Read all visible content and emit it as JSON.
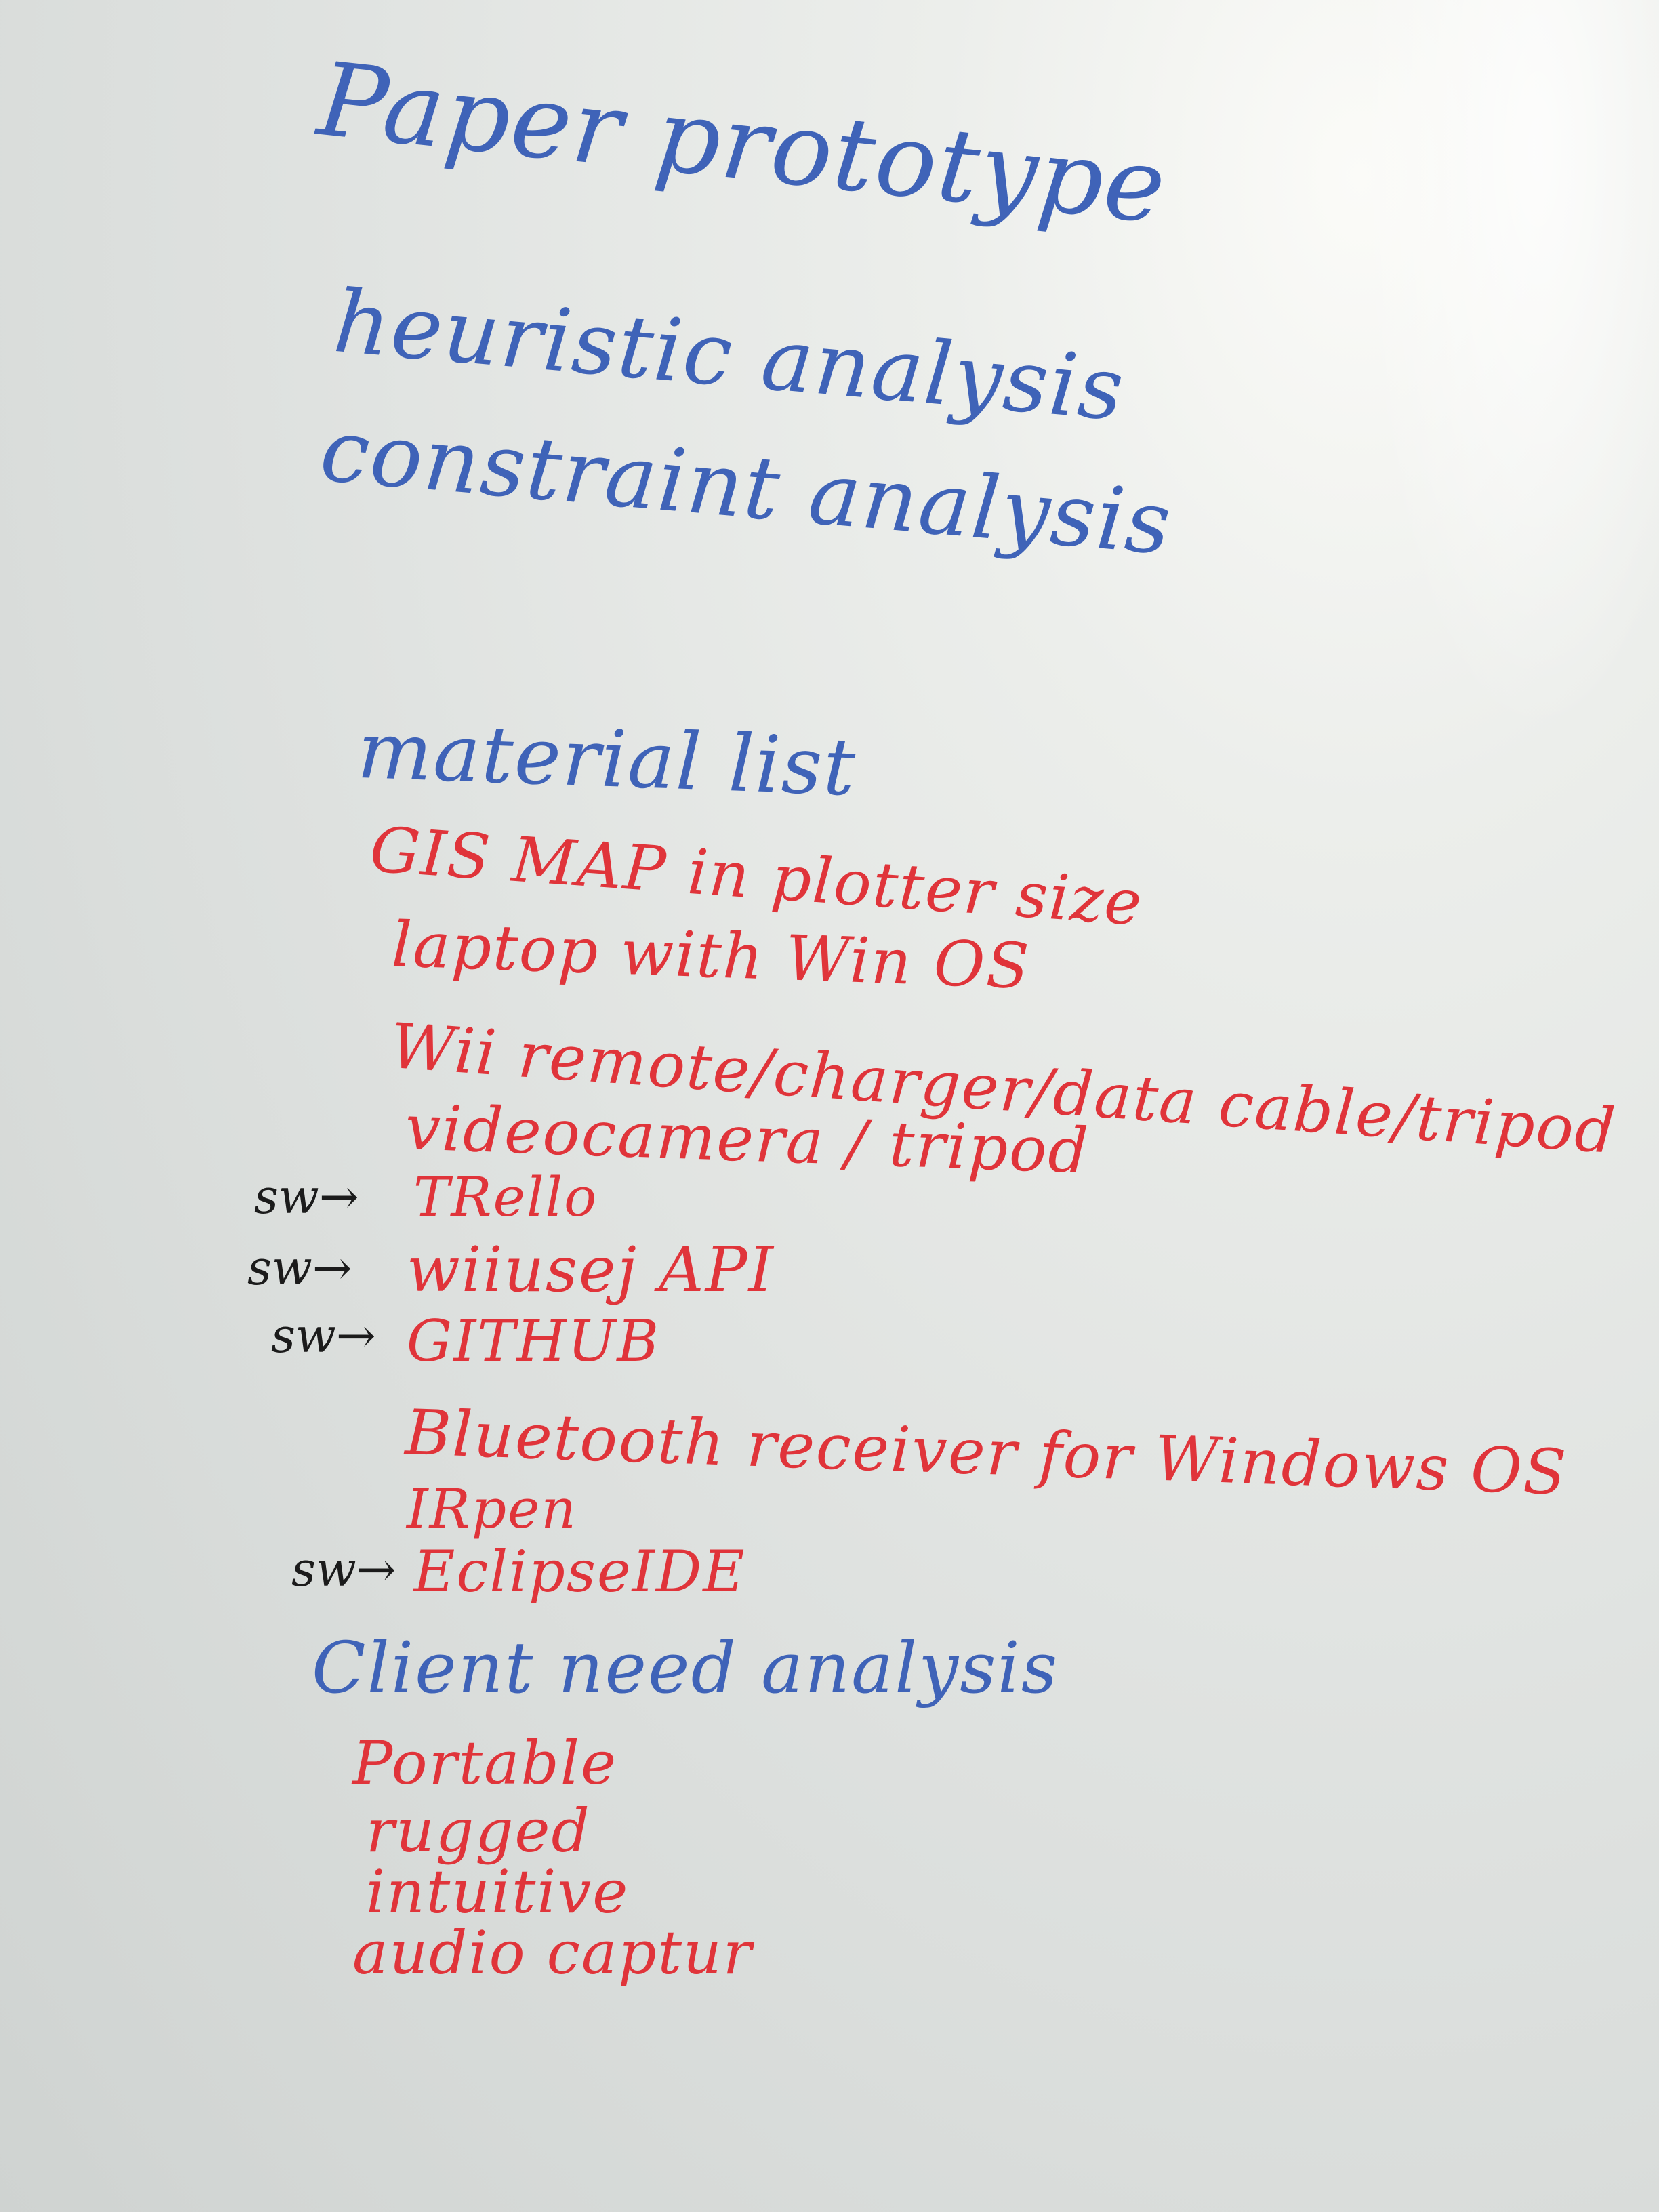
{
  "board": {
    "title": "Paper prototype",
    "line2": "heuristic analysis",
    "line3": "constraint analysis",
    "material_heading": "material list",
    "materials": [
      "GIS MAP in plotter size",
      "laptop with Win OS",
      "Wii remote/charger/data cable/tripod",
      "videocamera / tripod",
      "TRello",
      "wiiusej API",
      "GITHUB",
      "Bluetooth receiver for Windows OS",
      "IRpen",
      "EclipseIDE"
    ],
    "sw_marker": "sw→",
    "client_heading": "Client need analysis",
    "client_needs": [
      "Portable",
      "rugged",
      "intuitive",
      "audio captur"
    ]
  },
  "colors": {
    "blue_marker": "#3f63b8",
    "red_marker": "#e0343a",
    "black_marker": "#1b1b1b"
  }
}
